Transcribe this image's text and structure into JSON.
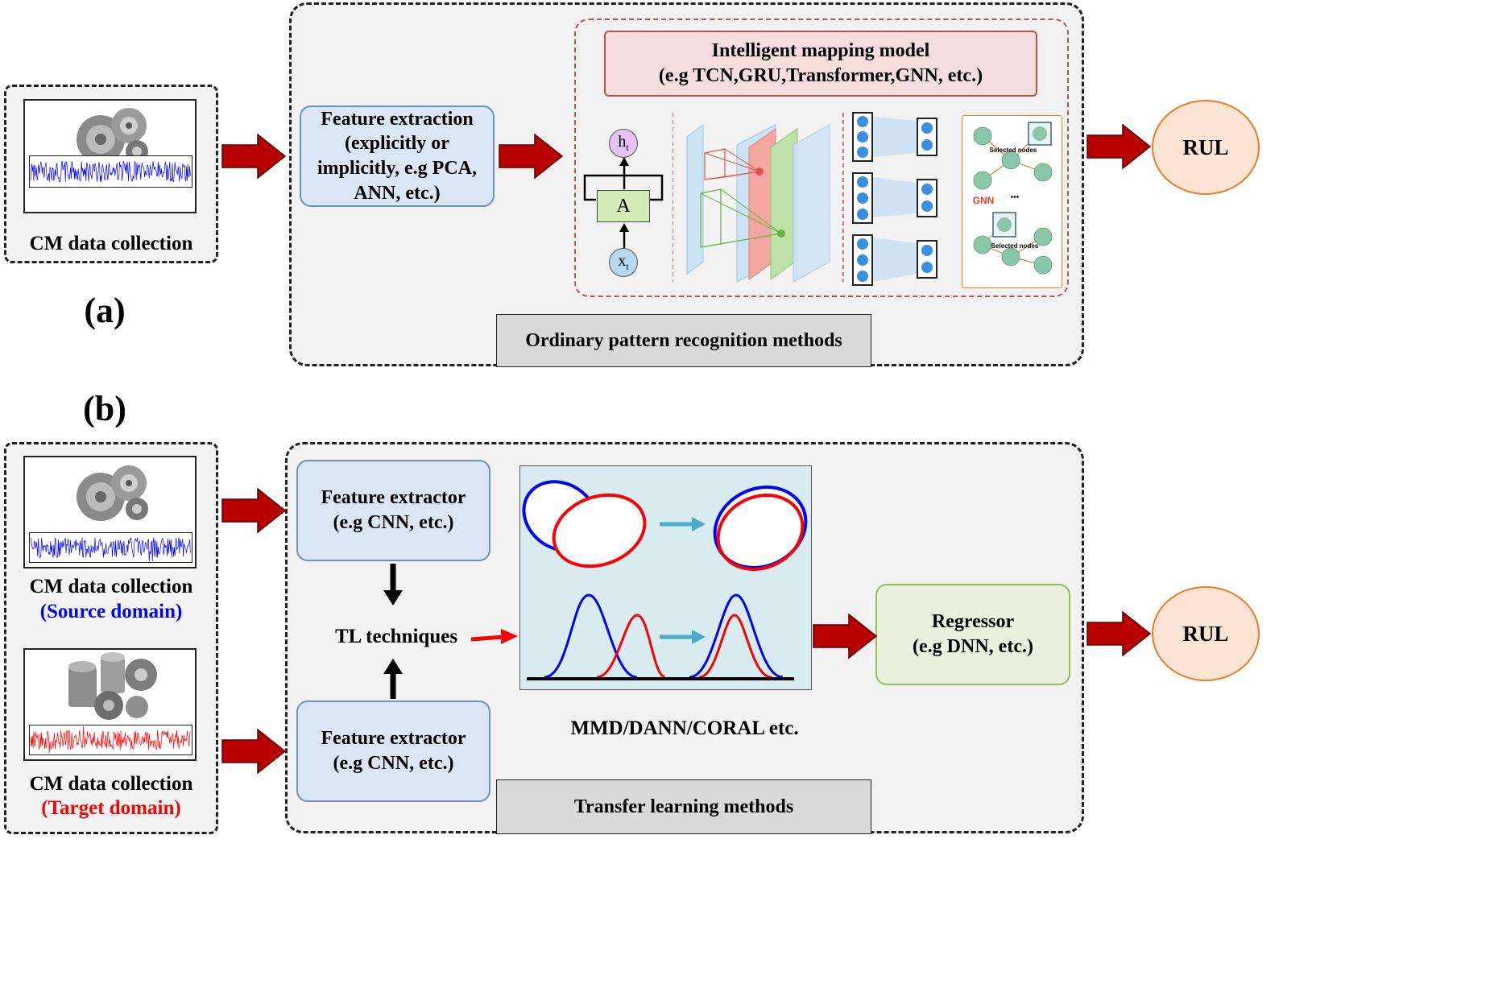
{
  "colors": {
    "arrow_dark_red": "#b80000",
    "feature_box_fill": "#dbe6f4",
    "feature_box_border": "#6e8fc4",
    "model_title_fill": "#f6dede",
    "model_border": "#c0504d",
    "rul_fill": "#fbe4d4",
    "rul_border": "#e97d2a",
    "regressor_fill": "#ebf1de",
    "regressor_border": "#9bbb59",
    "source_blue": "#0000ff",
    "target_red": "#ff0000",
    "method_label_fill": "#d9d9d9",
    "rnn_node_fill": "#d5ebb8",
    "hidden_state_fill": "#e3c4f4",
    "input_fill": "#b9d9f2",
    "mmd_panel_fill": "#d9ecf2"
  },
  "section_a": {
    "label": "(a)",
    "cm_caption": "CM data collection",
    "feature_title": "Feature extraction",
    "feature_lines": [
      "(explicitly or",
      "implicitly, e.g PCA,",
      "ANN, etc.)"
    ],
    "model_title": "Intelligent mapping model",
    "model_examples": "(e.g TCN,GRU,Transformer,GNN, etc.)",
    "rnn_cell": "A",
    "rnn_output": "h",
    "rnn_input": "x",
    "rnn_subscript": "t",
    "gnn_label": "GNN",
    "gnn_ellipsis": "•••",
    "gnn_node_caption": "Selected nodes",
    "output": "RUL",
    "method_label": "Ordinary pattern recognition methods"
  },
  "section_b": {
    "label": "(b)",
    "cm_caption_source": "CM data collection",
    "source_domain": "(Source domain)",
    "cm_caption_target": "CM data collection",
    "target_domain": "(Target domain)",
    "extractor_title": "Feature extractor",
    "extractor_example": "(e.g CNN, etc.)",
    "tl_label": "TL techniques",
    "mmd_caption": "MMD/DANN/CORAL etc.",
    "regressor_title": "Regressor",
    "regressor_example": "(e.g DNN, etc.)",
    "output": "RUL",
    "method_label": "Transfer learning methods"
  }
}
